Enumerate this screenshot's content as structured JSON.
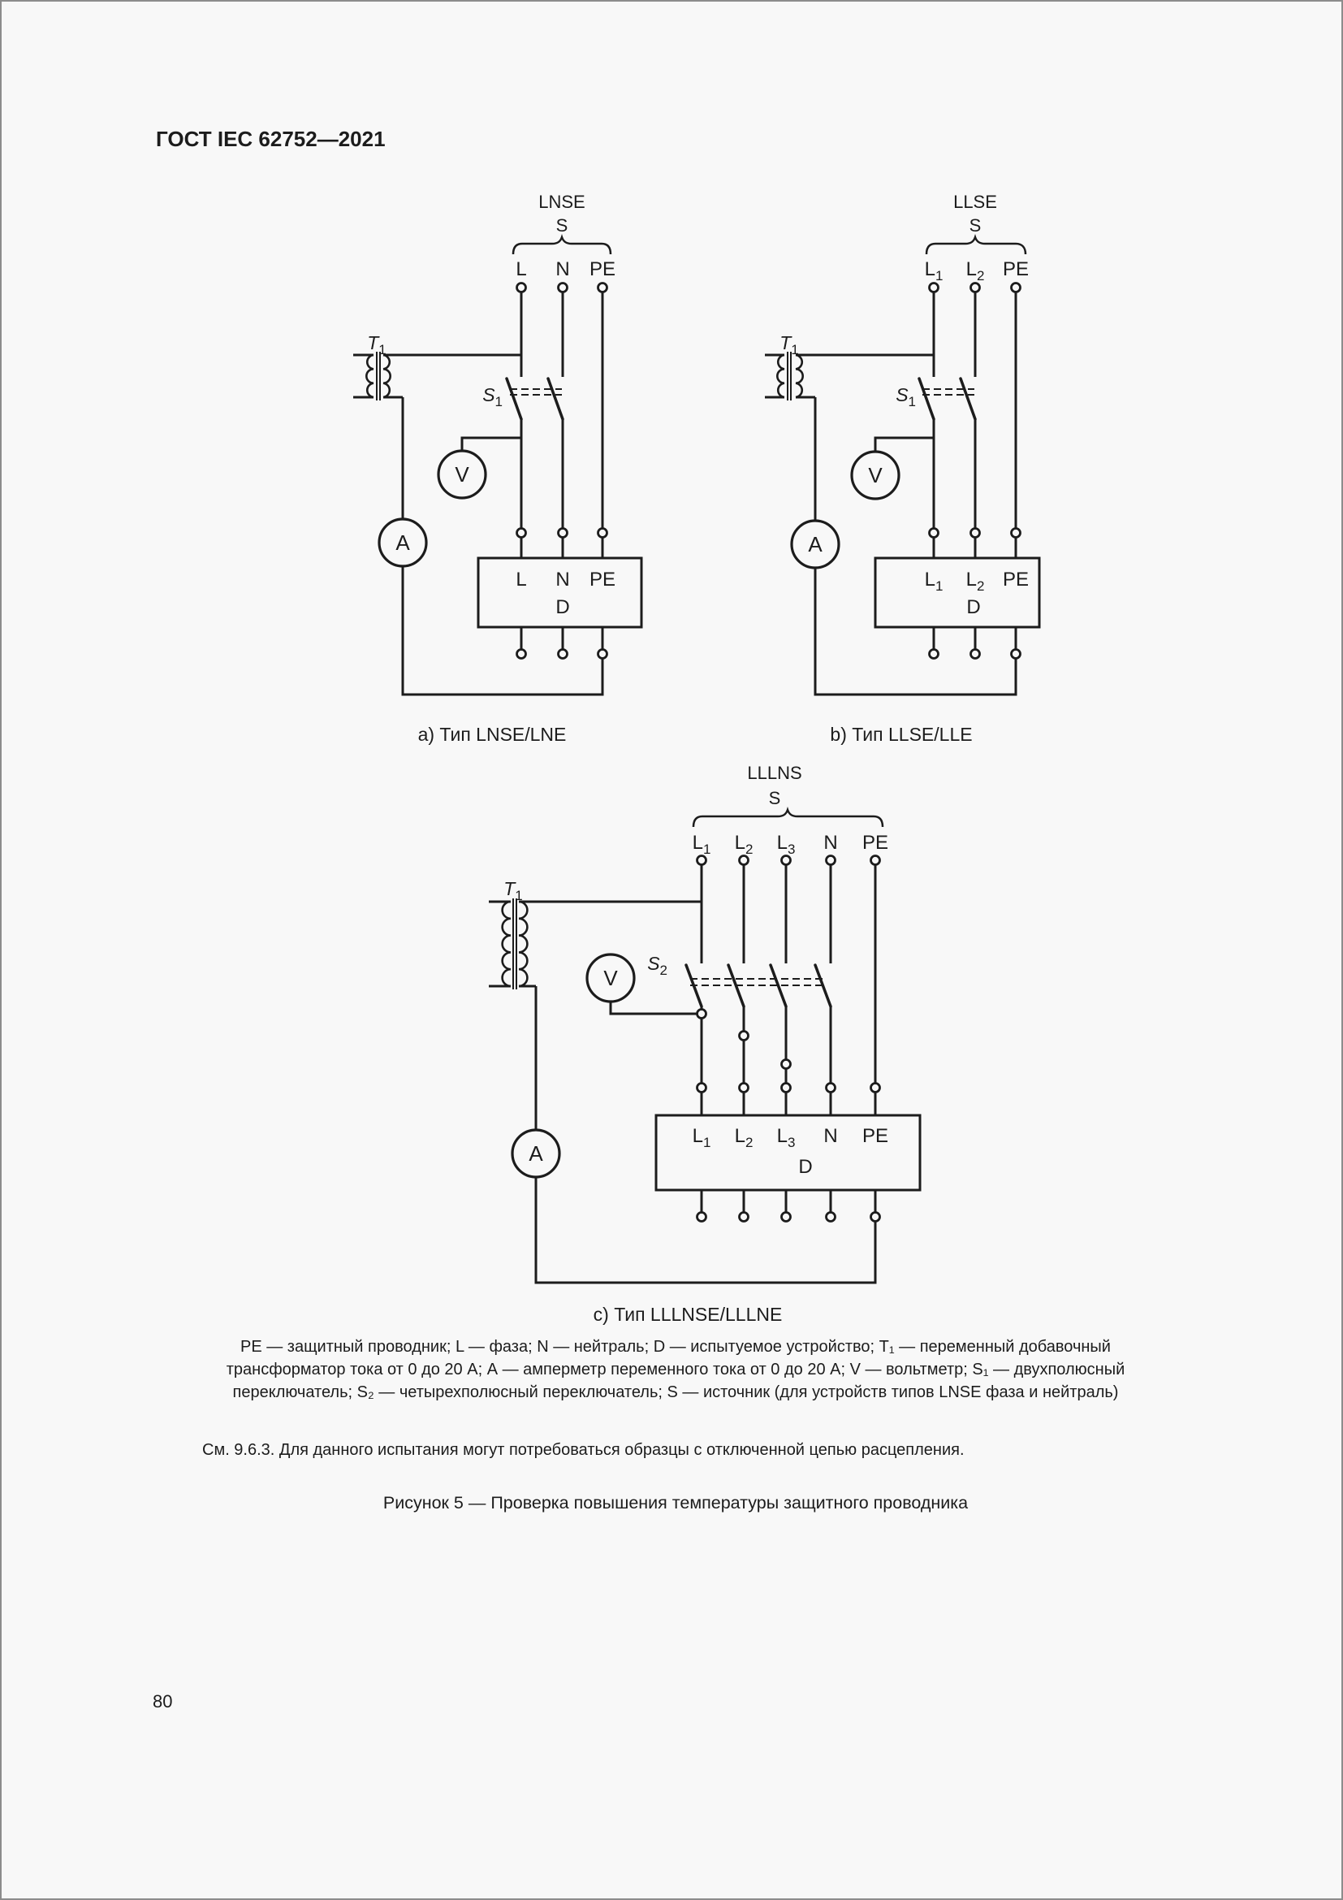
{
  "page": {
    "header": "ГОСТ IEC 62752—2021",
    "number": "80",
    "line_color": "#1c1c1c",
    "bg": "#f8f8f8",
    "border_color": "#8c8c8c"
  },
  "diagrams": {
    "a": {
      "source_label": "LNSE",
      "source_s": "S",
      "terminals": [
        {
          "main": "L",
          "sub": ""
        },
        {
          "main": "N",
          "sub": ""
        },
        {
          "main": "PE",
          "sub": ""
        }
      ],
      "transformer": {
        "main": "T",
        "sub": "1"
      },
      "switch": {
        "main": "S",
        "sub": "1"
      },
      "voltmeter": "V",
      "ammeter": "A",
      "dut": "D",
      "caption": "a) Тип LNSE/LNE"
    },
    "b": {
      "source_label": "LLSE",
      "source_s": "S",
      "terminals": [
        {
          "main": "L",
          "sub": "1"
        },
        {
          "main": "L",
          "sub": "2"
        },
        {
          "main": "PE",
          "sub": ""
        }
      ],
      "transformer": {
        "main": "T",
        "sub": "1"
      },
      "switch": {
        "main": "S",
        "sub": "1"
      },
      "voltmeter": "V",
      "ammeter": "A",
      "dut": "D",
      "caption": "b) Тип LLSE/LLE"
    },
    "c": {
      "source_label": "LLLNS",
      "source_s": "S",
      "terminals": [
        {
          "main": "L",
          "sub": "1"
        },
        {
          "main": "L",
          "sub": "2"
        },
        {
          "main": "L",
          "sub": "3"
        },
        {
          "main": "N",
          "sub": ""
        },
        {
          "main": "PE",
          "sub": ""
        }
      ],
      "transformer": {
        "main": "T",
        "sub": "1"
      },
      "switch": {
        "main": "S",
        "sub": "2"
      },
      "voltmeter": "V",
      "ammeter": "A",
      "dut": "D",
      "caption": "c) Тип LLLNSE/LLLNE"
    }
  },
  "legend": {
    "lines": [
      "PE — защитный проводник; L — фаза; N — нейтраль; D — испытуемое устройство; T₁ — переменный добавочный",
      "трансформатор тока от 0 до 20 А; А — амперметр переменного тока от 0 до 20 А; V — вольтметр; S₁ — двухполюсный",
      "переключатель; S₂ — четырехполюсный переключатель; S — источник (для устройств типов LNSE фаза и нейтраль)"
    ]
  },
  "note": "См. 9.6.3. Для данного испытания могут потребоваться образцы с отключенной цепью расцепления.",
  "figure_caption": "Рисунок 5 — Проверка повышения температуры защитного проводника"
}
